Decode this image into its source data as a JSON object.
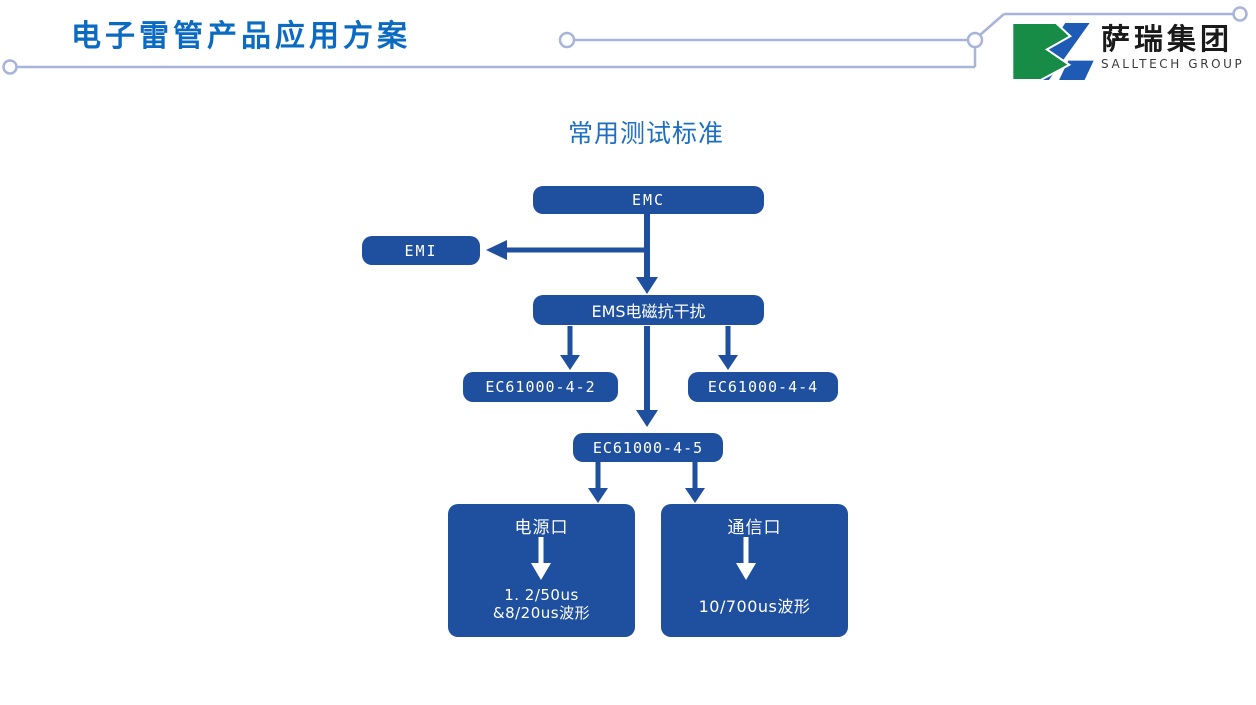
{
  "slide": {
    "title": "电子雷管产品应用方案",
    "diagram_heading": "常用测试标准"
  },
  "logo": {
    "company_cn": "萨瑞集团",
    "company_en": "SALLTECH GROUP"
  },
  "colors": {
    "node_fill": "#1F4F9F",
    "node_text": "#FFFFFF",
    "title_text": "#0B6AC2",
    "heading_text": "#1B6EC3",
    "decor_line": "#A8B4D8",
    "logo_green": "#178C47",
    "logo_blue": "#1D5BB5"
  },
  "icons": {
    "logo_mark": "salltech-logo-mark",
    "decor": "circuit-line-with-nodes",
    "arrows": "flow-arrow-down, flow-arrow-left, white-arrow-down"
  },
  "flowchart": {
    "type": "flowchart",
    "emc": "EMC",
    "emi": "EMI",
    "ems": "EMS电磁抗干扰",
    "ec_4_2": "EC61000-4-2",
    "ec_4_4": "EC61000-4-4",
    "ec_4_5": "EC61000-4-5",
    "power_port": {
      "title": "电源口",
      "line1": "1. 2/50us",
      "line2": "&8/20us波形"
    },
    "comm_port": {
      "title": "通信口",
      "line1": "10/700us波形"
    },
    "edges": [
      "EMC -> EMS电磁抗干扰",
      "EMC -> EMI",
      "EMS电磁抗干扰 -> EC61000-4-2",
      "EMS电磁抗干扰 -> EC61000-4-4",
      "EMS电磁抗干扰 -> EC61000-4-5",
      "EC61000-4-5 -> 电源口",
      "EC61000-4-5 -> 通信口"
    ]
  }
}
